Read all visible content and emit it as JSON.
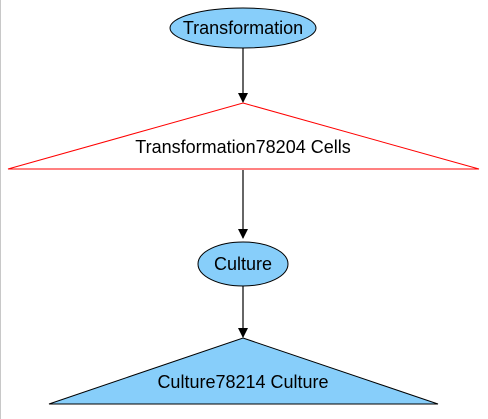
{
  "diagram": {
    "nodes": [
      {
        "id": "transformation",
        "label": "Transformation",
        "shape": "ellipse",
        "fill": "#87cefa",
        "stroke": "#000000"
      },
      {
        "id": "transformation-cells",
        "label": "Transformation78204 Cells",
        "shape": "triangle",
        "fill": "#ffffff",
        "stroke": "#ff0000"
      },
      {
        "id": "culture",
        "label": "Culture",
        "shape": "ellipse",
        "fill": "#87cefa",
        "stroke": "#000000"
      },
      {
        "id": "culture-culture",
        "label": "Culture78214 Culture",
        "shape": "triangle",
        "fill": "#87cefa",
        "stroke": "#000000"
      }
    ],
    "edges": [
      {
        "from": "transformation",
        "to": "transformation-cells"
      },
      {
        "from": "transformation-cells",
        "to": "culture"
      },
      {
        "from": "culture",
        "to": "culture-culture"
      }
    ],
    "edge_color": "#000000"
  }
}
